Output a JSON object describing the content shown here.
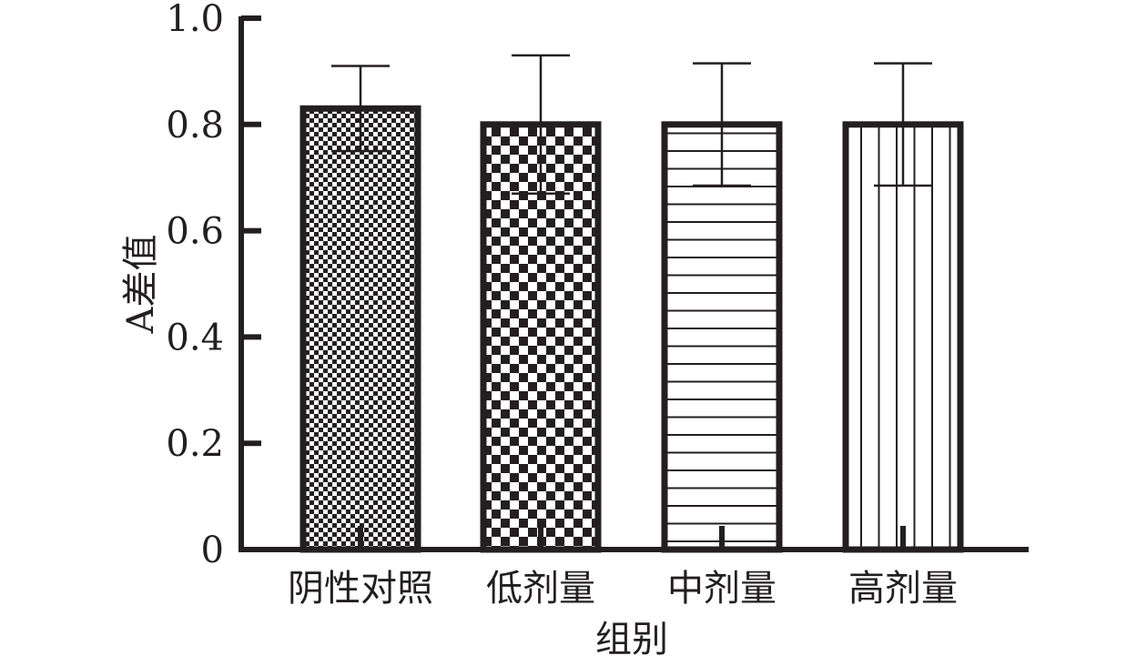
{
  "chart_data": {
    "type": "bar",
    "title": "",
    "xlabel": "组别",
    "ylabel": "A差值",
    "categories": [
      "阴性对照",
      "低剂量",
      "中剂量",
      "高剂量"
    ],
    "values": [
      0.83,
      0.8,
      0.8,
      0.8
    ],
    "error": [
      0.08,
      0.13,
      0.115,
      0.115
    ],
    "patterns": [
      "fine-checker",
      "coarse-checker",
      "horizontal-lines",
      "vertical-lines"
    ],
    "ylim": [
      0,
      1.0
    ],
    "yticks": [
      "0",
      "0.2",
      "0.4",
      "0.6",
      "0.8",
      "1.0"
    ],
    "yticks_values": [
      0,
      0.2,
      0.4,
      0.6,
      0.8,
      1.0
    ],
    "grid": false,
    "legend": "none",
    "colors": {
      "ink": "#231f20",
      "background": "#ffffff"
    }
  }
}
